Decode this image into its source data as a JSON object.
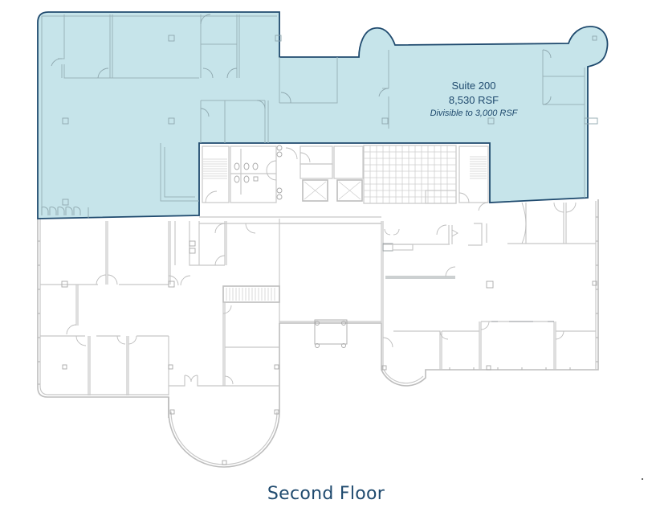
{
  "floor_plan": {
    "title": "Second Floor",
    "colors": {
      "suite_fill": "#c6e4ea",
      "suite_outline": "#1f4a6e",
      "text": "#1f4a6e",
      "walls": "#c8c8c8"
    },
    "highlighted_suite": {
      "name": "Suite 200",
      "area": "8,530 RSF",
      "note": "Divisible to 3,000 RSF"
    },
    "features": {
      "core": [
        "stairwell-west",
        "restrooms",
        "elevators",
        "stairwell-east",
        "tiled-lobby"
      ],
      "rotunda": "semi-circular-room-south"
    }
  }
}
